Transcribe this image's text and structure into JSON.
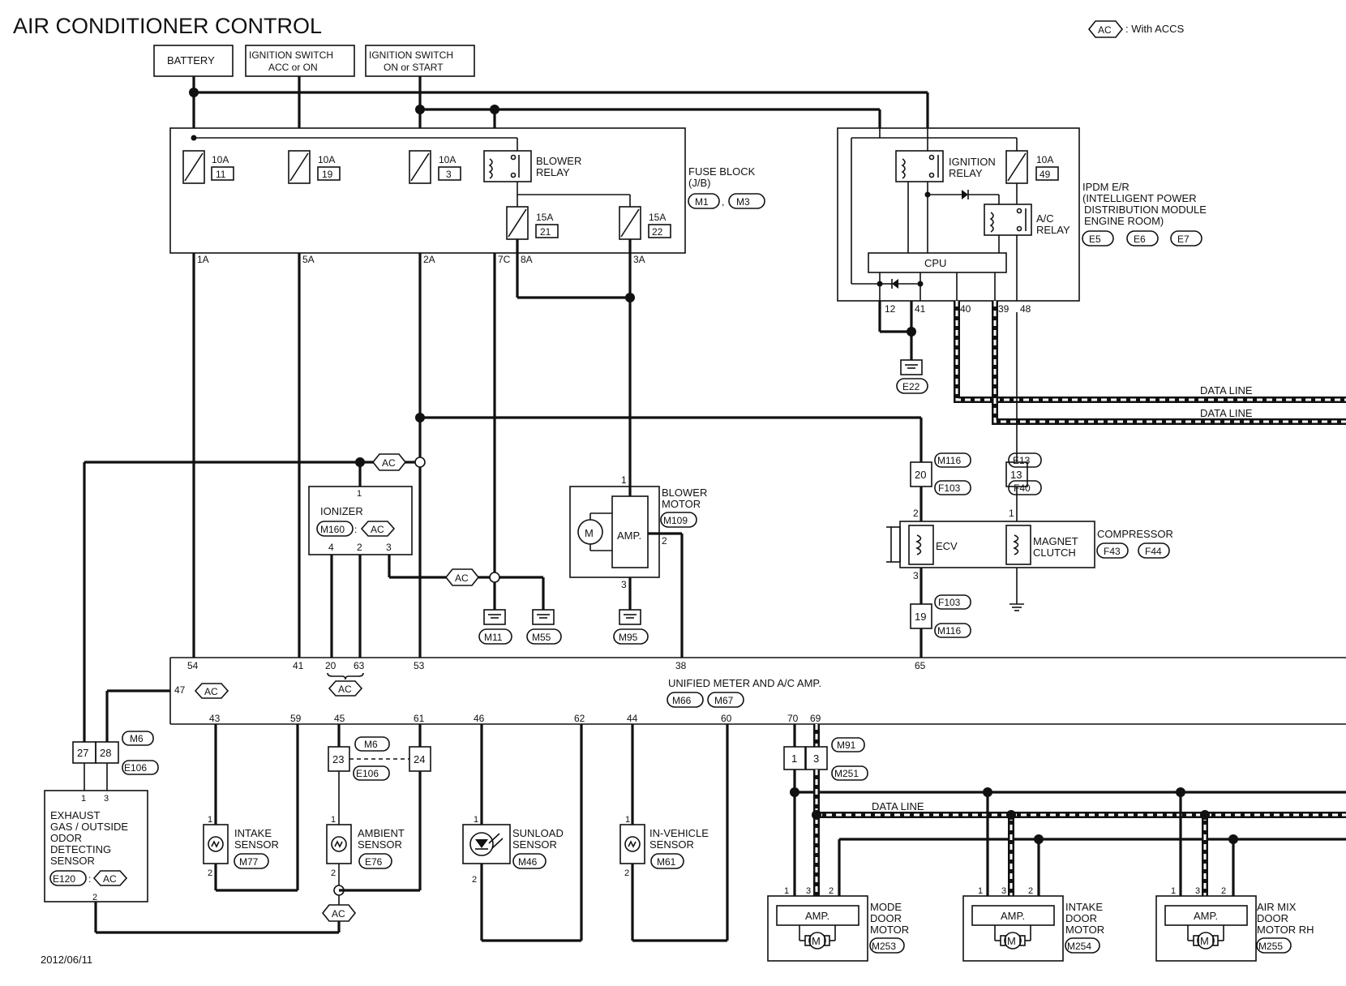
{
  "title": "AIR CONDITIONER CONTROL",
  "legend": {
    "symbol": "AC",
    "text": ": With ACCS"
  },
  "date": "2012/06/11",
  "power_sources": [
    {
      "key": "battery",
      "lines": [
        "BATTERY"
      ]
    },
    {
      "key": "ign-acc",
      "lines": [
        "IGNITION SWITCH",
        "ACC or ON"
      ]
    },
    {
      "key": "ign-on",
      "lines": [
        "IGNITION SWITCH",
        "ON or START"
      ]
    }
  ],
  "fuse_block": {
    "label": [
      "FUSE BLOCK",
      "(J/B)"
    ],
    "connectors": [
      "M1",
      "M3"
    ],
    "fuses": [
      {
        "rating": "10A",
        "number": "11"
      },
      {
        "rating": "10A",
        "number": "19"
      },
      {
        "rating": "10A",
        "number": "3"
      },
      {
        "rating": "15A",
        "number": "21"
      },
      {
        "rating": "15A",
        "number": "22"
      }
    ],
    "relay": [
      "BLOWER",
      "RELAY"
    ],
    "terminals": [
      "1A",
      "5A",
      "2A",
      "7C",
      "8A",
      "3A"
    ]
  },
  "ipdm": {
    "label": [
      "IPDM E/R",
      "(INTELLIGENT POWER",
      "DISTRIBUTION MODULE",
      "ENGINE ROOM)"
    ],
    "connectors": [
      "E5",
      "E6",
      "E7"
    ],
    "ignition_relay": [
      "IGNITION",
      "RELAY"
    ],
    "ac_relay": [
      "A/C",
      "RELAY"
    ],
    "fuse": {
      "rating": "10A",
      "number": "49"
    },
    "cpu": "CPU",
    "terminals": [
      "12",
      "41",
      "40",
      "39",
      "48"
    ],
    "ground": "E22"
  },
  "data_lines": [
    "DATA LINE",
    "DATA LINE",
    "DATA LINE"
  ],
  "ionizer": {
    "label": "IONIZER",
    "connector": "M160",
    "pin_top": "1",
    "pins": [
      "4",
      "2",
      "3"
    ]
  },
  "blower_motor": {
    "label": [
      "BLOWER",
      "MOTOR"
    ],
    "connector": "M109",
    "amp": "AMP.",
    "motor": "M",
    "pins": [
      "1",
      "2",
      "3"
    ]
  },
  "grounds": [
    "M11",
    "M55",
    "M95"
  ],
  "compressor": {
    "label": "COMPRESSOR",
    "connectors": [
      "F43",
      "F44"
    ],
    "ecv": "ECV",
    "clutch": [
      "MAGNET",
      "CLUTCH"
    ],
    "ecv_pins": [
      "2",
      "3"
    ],
    "clutch_pin": "1",
    "junctions": [
      {
        "number": "20",
        "top": "M116",
        "bottom": "F103"
      },
      {
        "number": "13",
        "top": "E13",
        "bottom": "F40"
      },
      {
        "number": "19",
        "top": "F103",
        "bottom": "M116"
      }
    ]
  },
  "unified_meter": {
    "label": "UNIFIED METER AND A/C AMP.",
    "connectors": [
      "M66",
      "M67"
    ],
    "top_pins": [
      "54",
      "41",
      "20",
      "63",
      "53",
      "38",
      "65"
    ],
    "left_pin": "47",
    "bottom_pins": [
      "43",
      "59",
      "45",
      "61",
      "46",
      "62",
      "44",
      "60",
      "70",
      "69"
    ]
  },
  "exhaust_sensor": {
    "label": [
      "EXHAUST",
      "GAS / OUTSIDE",
      "ODOR",
      "DETECTING",
      "SENSOR"
    ],
    "connector": "E120",
    "pins": [
      "1",
      "3",
      "2"
    ],
    "junction": {
      "pins": [
        "27",
        "28"
      ],
      "top": "M6",
      "bottom": "E106"
    }
  },
  "ambient_junction": {
    "pins": [
      "23",
      "24"
    ],
    "top": "M6",
    "bottom": "E106"
  },
  "sensors": [
    {
      "label": [
        "INTAKE",
        "SENSOR"
      ],
      "connector": "M77",
      "pins": [
        "1",
        "2"
      ]
    },
    {
      "label": [
        "AMBIENT",
        "SENSOR"
      ],
      "connector": "E76",
      "pins": [
        "1",
        "2"
      ]
    },
    {
      "label": [
        "SUNLOAD",
        "SENSOR"
      ],
      "connector": "M46",
      "pins": [
        "1",
        "2"
      ]
    },
    {
      "label": [
        "IN-VEHICLE",
        "SENSOR"
      ],
      "connector": "M61",
      "pins": [
        "1",
        "2"
      ]
    }
  ],
  "motor_junction": {
    "pins": [
      "1",
      "3"
    ],
    "top": "M91",
    "bottom": "M251"
  },
  "door_motors": [
    {
      "label": [
        "MODE",
        "DOOR",
        "MOTOR"
      ],
      "connector": "M253",
      "amp": "AMP.",
      "motor": "M",
      "pins": [
        "1",
        "3",
        "2"
      ]
    },
    {
      "label": [
        "INTAKE",
        "DOOR",
        "MOTOR"
      ],
      "connector": "M254",
      "amp": "AMP.",
      "motor": "M",
      "pins": [
        "1",
        "3",
        "2"
      ]
    },
    {
      "label": [
        "AIR MIX",
        "DOOR",
        "MOTOR RH"
      ],
      "connector": "M255",
      "amp": "AMP.",
      "motor": "M",
      "pins": [
        "1",
        "3",
        "2"
      ]
    }
  ]
}
